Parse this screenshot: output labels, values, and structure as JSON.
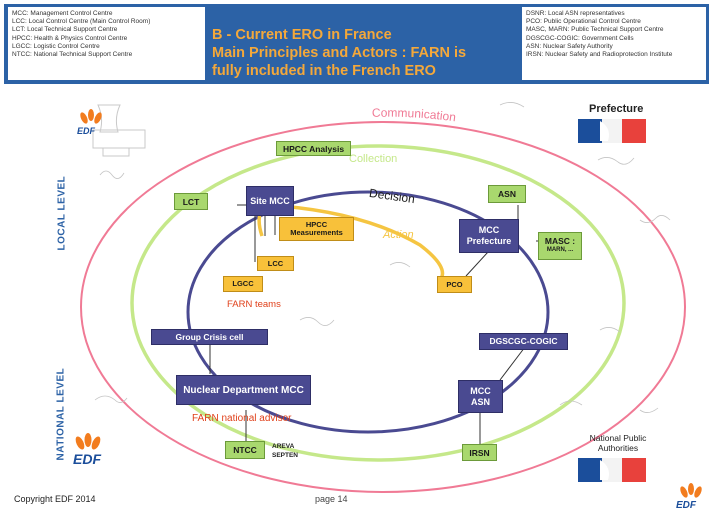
{
  "header": {
    "title_lines": [
      "B - Current ERO in France",
      "Main Principles and Actors : FARN is",
      "fully included in the French ERO"
    ],
    "left_legend": [
      "MCC: Management Control Centre",
      "LCC: Local Control Centre (Main Control Room)",
      "LCT: Local Technical Support Centre",
      "HPCC: Health & Physics Control Centre",
      "LGCC: Logistic Control Centre",
      "NTCC: National Technical Support Centre"
    ],
    "right_legend": [
      "DSNR: Local ASN representatives",
      "PCO: Public Operational Control Centre",
      "MASC, MARN: Public Technical Support Centre",
      "DGSCGC-COGIC: Government Cells",
      "ASN: Nuclear Safety Authority",
      "IRSN: Nuclear Safety and Radioprotection Institute"
    ]
  },
  "ring_labels": {
    "communication": "Communication",
    "collection": "Collection",
    "decision": "Decision",
    "action": "Action"
  },
  "side_labels": {
    "local": "LOCAL LEVEL",
    "national": "NATIONAL LEVEL"
  },
  "nodes": {
    "hpcc_analysis": "HPCC Analysis",
    "lct": "LCT",
    "site_mcc": "Site MCC",
    "hpcc_measurements": "HPCC Measurements",
    "lcc": "LCC",
    "lgcc": "LGCC",
    "asn_local": "ASN",
    "mcc_prefecture": "MCC Prefecture",
    "masc": "MASC :",
    "marn": "MARN, ...",
    "pco": "PCO",
    "group_crisis": "Group Crisis cell",
    "nuclear_dept": "Nuclear Department MCC",
    "dgscgc": "DGSCGC-COGIC",
    "mcc_asn": "MCC ASN",
    "ntcc": "NTCC",
    "areva": "AREVA",
    "septen": "SEPTEN",
    "irsn": "IRSN"
  },
  "annotations": {
    "farn_teams": "FARN teams",
    "farn_advisor": "FARN national advisor"
  },
  "logos": {
    "edf": "EDF",
    "prefecture": "Prefecture",
    "national": "National Public Authorities"
  },
  "footer": {
    "copyright": "Copyright EDF 2014",
    "page": "page 14"
  },
  "colors": {
    "header_bg": "#2c62a6",
    "title": "#f4a83a",
    "green": "#a9d86e",
    "yellow": "#f8c13a",
    "purple": "#4a4a91",
    "ring_pink": "#f07a95",
    "ring_green": "#c5e88a",
    "ring_purple": "#4a4a91",
    "ring_yellow": "#f5c542",
    "farn_red": "#e0401a",
    "edf_orange": "#f27c1e",
    "edf_blue": "#1b4e9b",
    "flag_red": "#e8413c"
  }
}
